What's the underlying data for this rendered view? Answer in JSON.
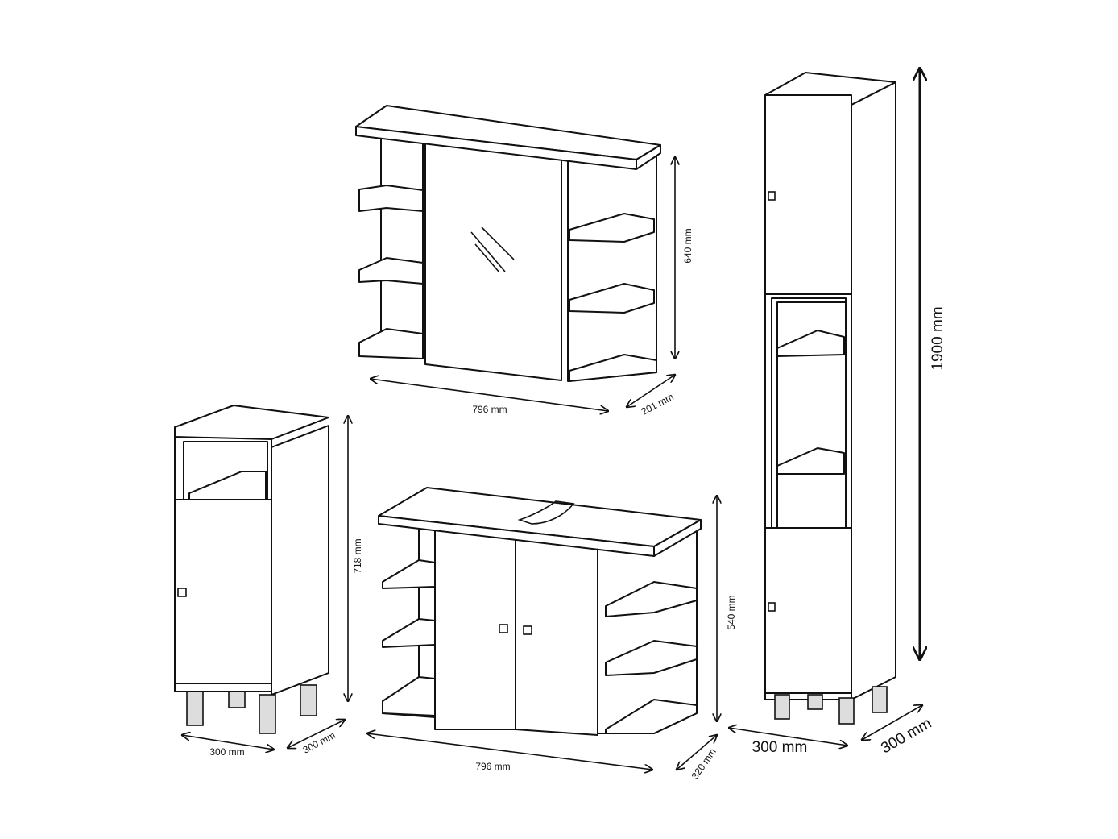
{
  "colors": {
    "line": "#111111",
    "background": "#ffffff"
  },
  "mirror_cabinet": {
    "height": "640 mm",
    "width": "796 mm",
    "depth": "201 mm"
  },
  "tall_cabinet": {
    "height": "1900 mm",
    "width": "300 mm",
    "depth": "300 mm"
  },
  "small_cabinet": {
    "height": "718 mm",
    "width": "300 mm",
    "depth": "300 mm"
  },
  "sink_cabinet": {
    "height": "540 mm",
    "width": "796 mm",
    "depth": "320 mm"
  }
}
